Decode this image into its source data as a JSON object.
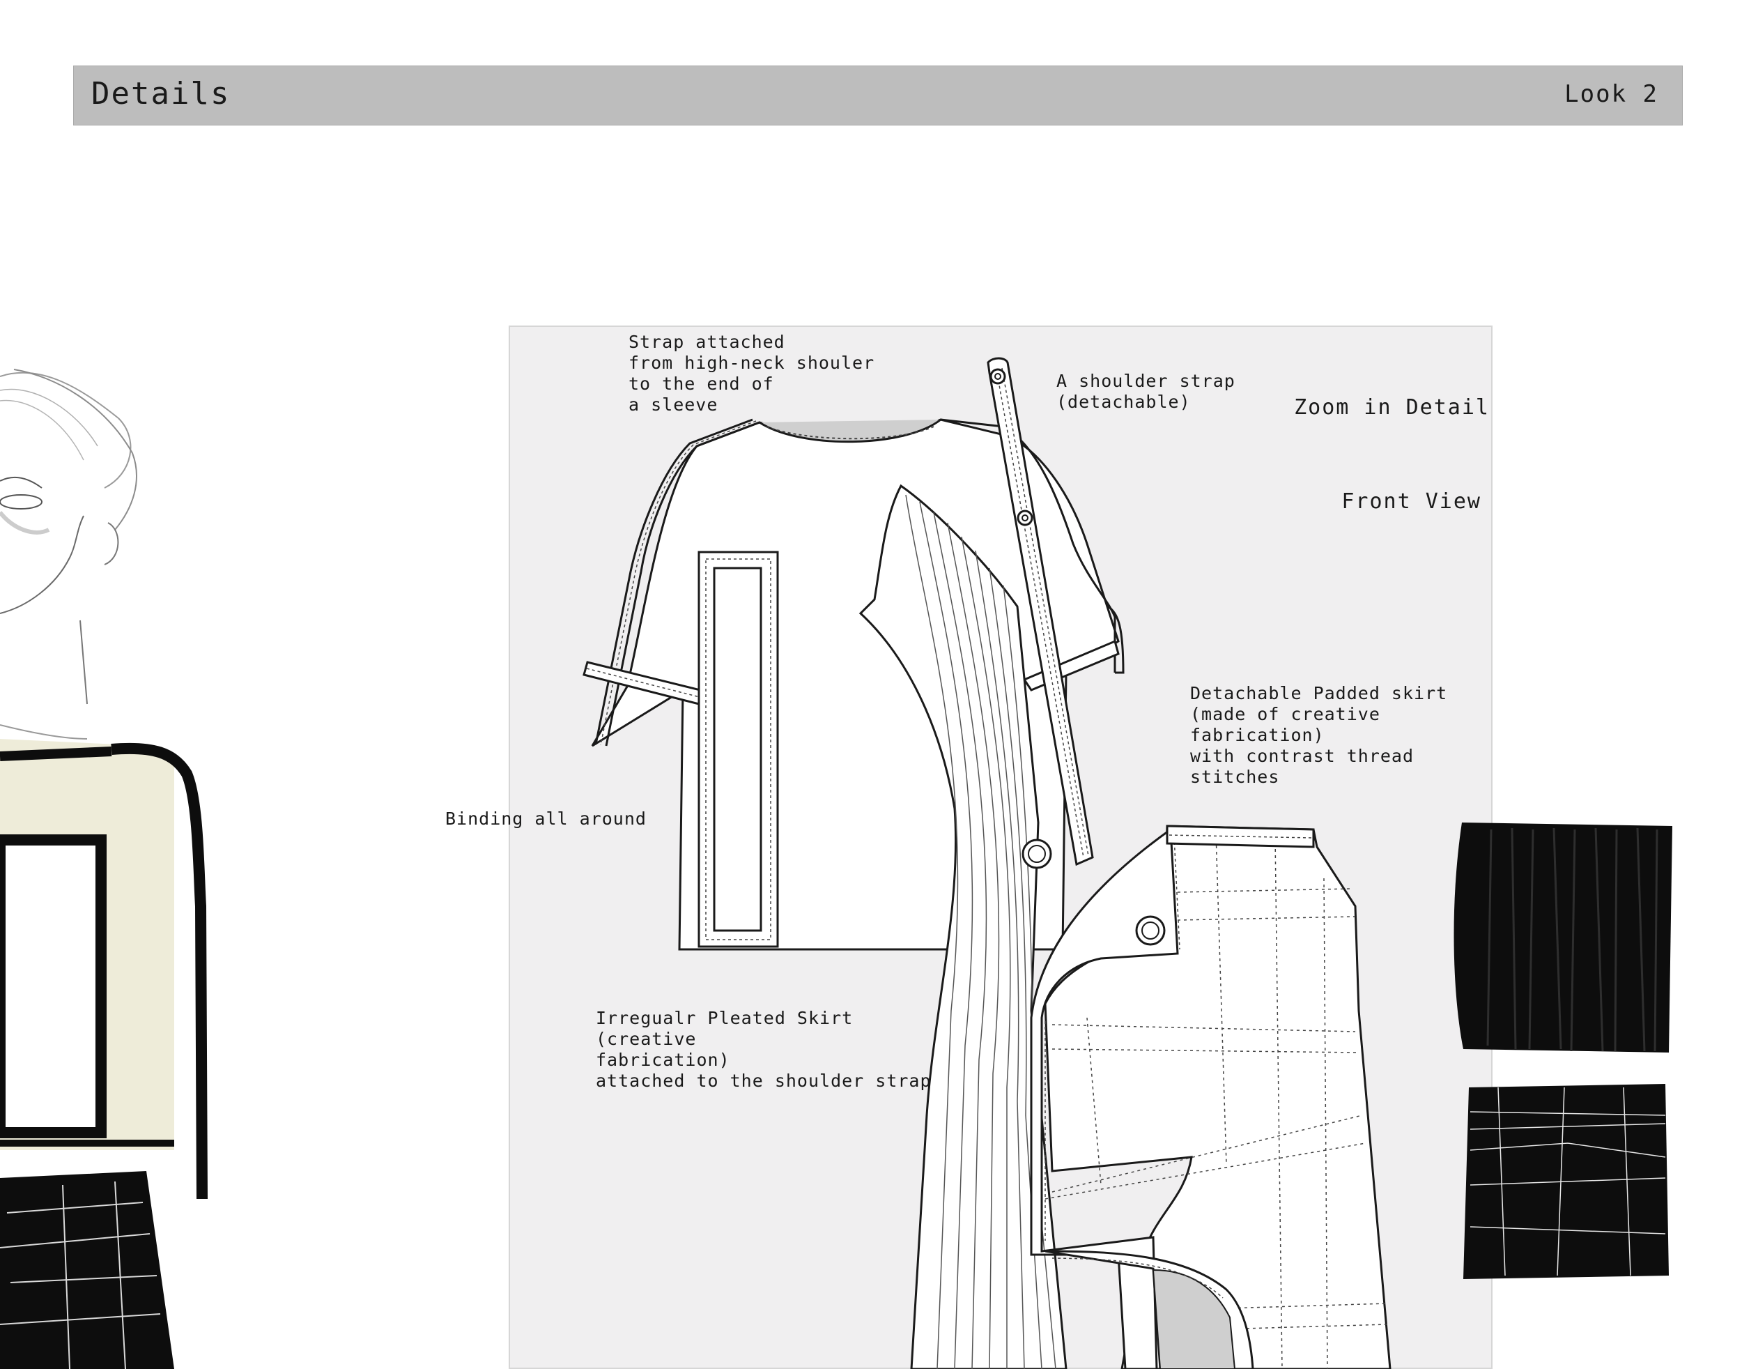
{
  "header": {
    "title": "Details",
    "look": "Look 2"
  },
  "panel": {
    "title_line1": "Zoom in Detail",
    "title_line2": "Front View"
  },
  "annotations": {
    "strap": "Strap attached\nfrom high-neck shouler\nto the end of\na sleeve",
    "shoulder_strap": "A shoulder strap\n(detachable)",
    "padded_skirt": "Detachable Padded skirt\n(made of creative\nfabrication)\nwith contrast thread\nstitches",
    "binding": "Binding all around",
    "pleated_skirt": "Irregualr Pleated Skirt\n(creative\nfabrication)\nattached to the shoulder strap"
  },
  "colors": {
    "header_bg": "#bdbdbd",
    "panel_bg": "#f0eff0",
    "fabric_black": "#0d0d0d",
    "garment_cream": "#eeecd9"
  }
}
